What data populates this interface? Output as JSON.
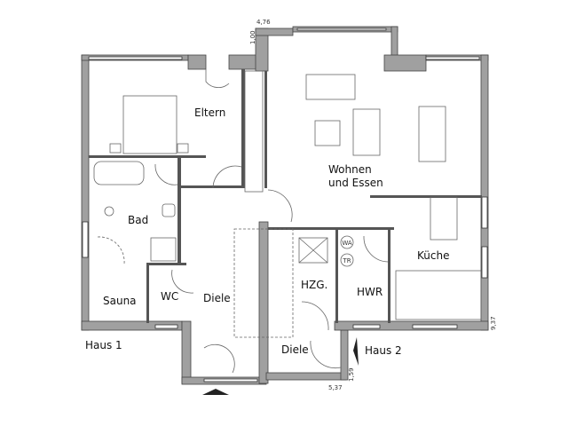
{
  "plan": {
    "rooms": {
      "eltern": "Eltern",
      "wohnen_line1": "Wohnen",
      "wohnen_line2": "und  Essen",
      "bad": "Bad",
      "kueche": "Küche",
      "hzg": "HZG.",
      "hwr": "HWR",
      "sauna": "Sauna",
      "wc": "WC",
      "diele1": "Diele",
      "diele2": "Diele"
    },
    "houses": {
      "haus1": "Haus  1",
      "haus2": "Haus  2"
    },
    "appliances": {
      "washer": "WA",
      "dryer": "TR"
    },
    "dimensions": {
      "top_width": "4,76",
      "top_depth": "1,00",
      "right_height": "9,37",
      "bottom_width": "5,37",
      "bottom_depth": "1,59"
    },
    "colors": {
      "wall": "#a0a0a0",
      "line": "#333333"
    }
  }
}
